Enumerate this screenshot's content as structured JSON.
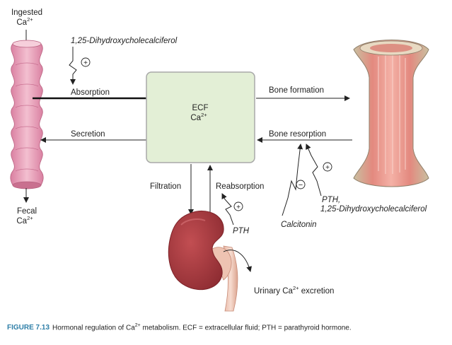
{
  "labels": {
    "ingested": "Ingested",
    "ingested_ion": "Ca",
    "ingested_charge": "2+",
    "vitamin_d_top": "1,25-Dihydroxycholecalciferol",
    "absorption": "Absorption",
    "secretion": "Secretion",
    "ecf": "ECF",
    "ecf_ion": "Ca",
    "ecf_charge": "2+",
    "bone_formation": "Bone formation",
    "bone_resorption": "Bone resorption",
    "filtration": "Filtration",
    "reabsorption": "Reabsorption",
    "pth_kidney": "PTH",
    "calcitonin": "Calcitonin",
    "pth_bone_1": "PTH,",
    "pth_bone_2": "1,25-Dihydroxycholecalciferol",
    "fecal": "Fecal",
    "fecal_ion": "Ca",
    "fecal_charge": "2+",
    "urinary_a": "Urinary Ca",
    "urinary_charge": "2+",
    "urinary_b": " excretion",
    "plus": "+",
    "minus": "−"
  },
  "caption": {
    "figure": "FIGURE 7.13",
    "text_a": "Hormonal regulation of Ca",
    "charge": "2+",
    "text_b": " metabolism. ECF = extracellular fluid; PTH = parathyroid hormone."
  },
  "colors": {
    "intestine": "#e8a3bc",
    "ecf_box_fill": "#e3efd6",
    "ecf_box_stroke": "#a9a9a9",
    "bone": "#e98078",
    "kidney": "#a53a3e",
    "caption_accent": "#2f7fa8"
  }
}
